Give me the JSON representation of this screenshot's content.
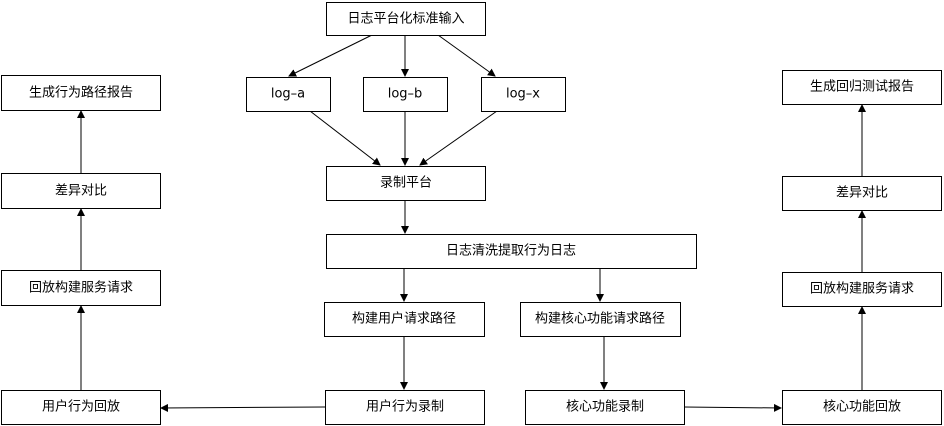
{
  "nodes": {
    "input": "日志平台化标准输入",
    "log_a": "log–a",
    "log_b": "log–b",
    "log_x": "log–x",
    "record_platform": "录制平台",
    "clean": "日志清洗提取行为日志",
    "build_user_path": "构建用户请求路径",
    "build_core_path": "构建核心功能请求路径",
    "user_record": "用户行为录制",
    "core_record": "核心功能录制",
    "user_replay": "用户行为回放",
    "left_replay_build": "回放构建服务请求",
    "left_diff": "差异对比",
    "left_report": "生成行为路径报告",
    "core_replay": "核心功能回放",
    "right_replay_build": "回放构建服务请求",
    "right_diff": "差异对比",
    "right_report": "生成回归测试报告"
  },
  "edges": [
    [
      "input",
      "log_a"
    ],
    [
      "input",
      "log_b"
    ],
    [
      "input",
      "log_x"
    ],
    [
      "log_a",
      "record_platform"
    ],
    [
      "log_b",
      "record_platform"
    ],
    [
      "log_x",
      "record_platform"
    ],
    [
      "record_platform",
      "clean"
    ],
    [
      "clean",
      "build_user_path"
    ],
    [
      "clean",
      "build_core_path"
    ],
    [
      "build_user_path",
      "user_record"
    ],
    [
      "build_core_path",
      "core_record"
    ],
    [
      "user_record",
      "user_replay"
    ],
    [
      "user_replay",
      "left_replay_build"
    ],
    [
      "left_replay_build",
      "left_diff"
    ],
    [
      "left_diff",
      "left_report"
    ],
    [
      "core_record",
      "core_replay"
    ],
    [
      "core_replay",
      "right_replay_build"
    ],
    [
      "right_replay_build",
      "right_diff"
    ],
    [
      "right_diff",
      "right_report"
    ]
  ]
}
